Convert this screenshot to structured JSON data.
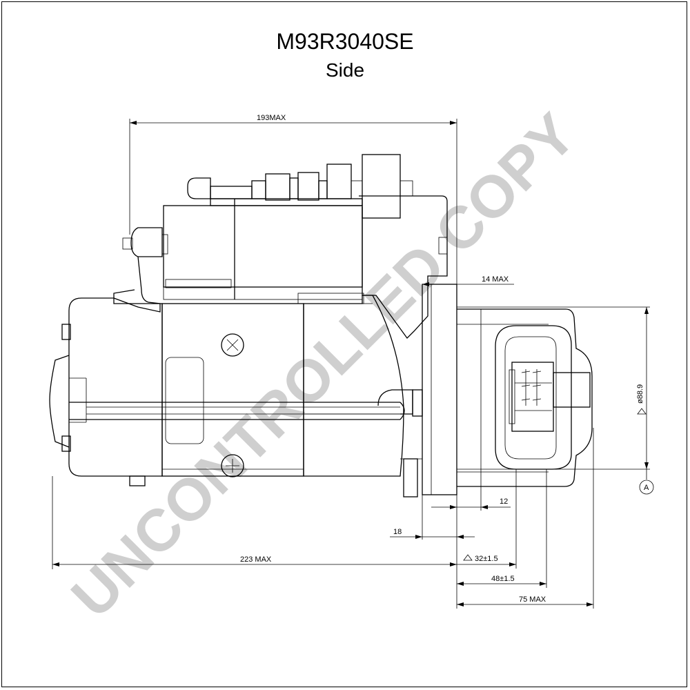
{
  "title": "M93R3040SE",
  "subtitle": "Side",
  "watermark": "UNCONTROLLED COPY",
  "dimensions": {
    "overall_top": "193MAX",
    "flange_offset": "14 MAX",
    "pilot_diameter": "ø88.9",
    "datum": "A",
    "d12": "12",
    "d18": "18",
    "overall_bottom": "223 MAX",
    "d32": "32±1.5",
    "d48": "48±1.5",
    "d75": "75 MAX"
  }
}
